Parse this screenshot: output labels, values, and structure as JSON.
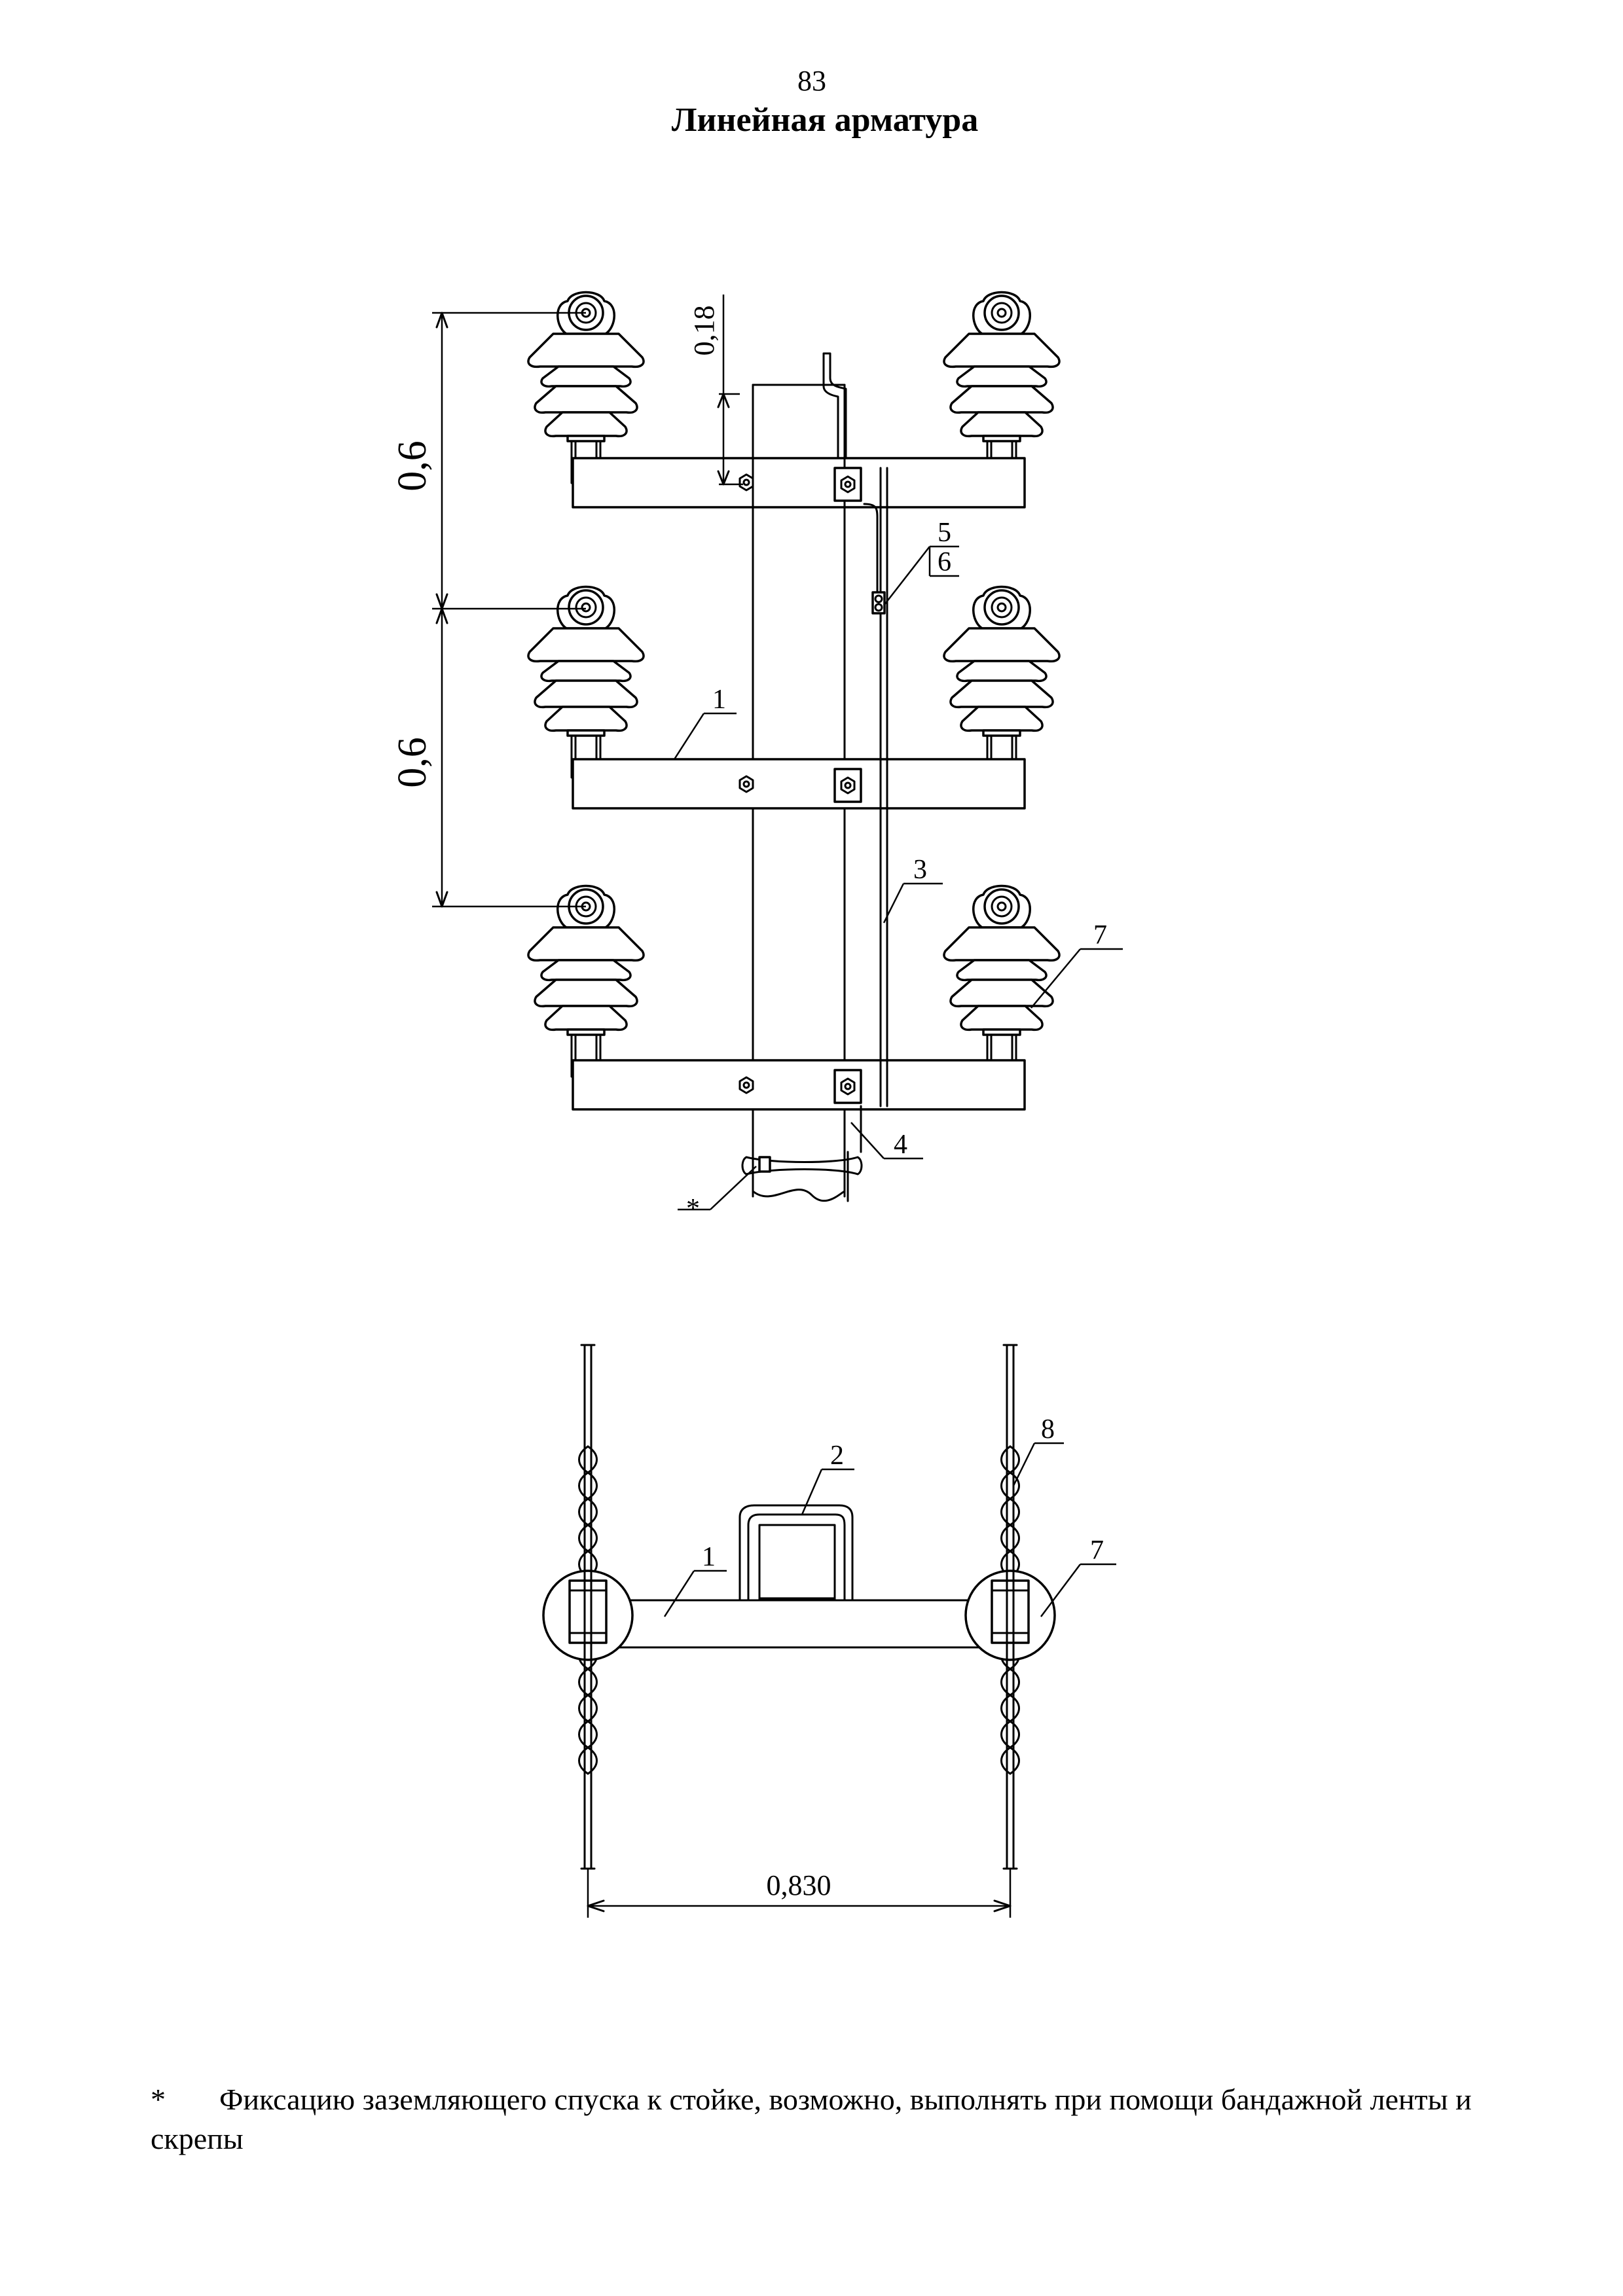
{
  "page": {
    "number": "83",
    "title": "Линейная арматура"
  },
  "front_view": {
    "dimensions": {
      "top_offset": "0,18",
      "upper_spacing": "0,6",
      "lower_spacing": "0,6"
    },
    "callouts": {
      "crossarm": "1",
      "ground_down_conductor": "3",
      "lower_clamp": "4",
      "connector_5": "5",
      "connector_6": "6",
      "insulator": "7",
      "band_fixing": "*"
    }
  },
  "top_view": {
    "dimensions": {
      "insulator_spacing": "0,830"
    },
    "callouts": {
      "crossarm": "1",
      "clamp": "2",
      "insulator": "7",
      "wire_tie": "8"
    }
  },
  "footnote": {
    "marker": "*",
    "text": "Фиксацию заземляющего спуска к стойке, возможно, выполнять при помощи бандажной ленты и скрепы"
  }
}
